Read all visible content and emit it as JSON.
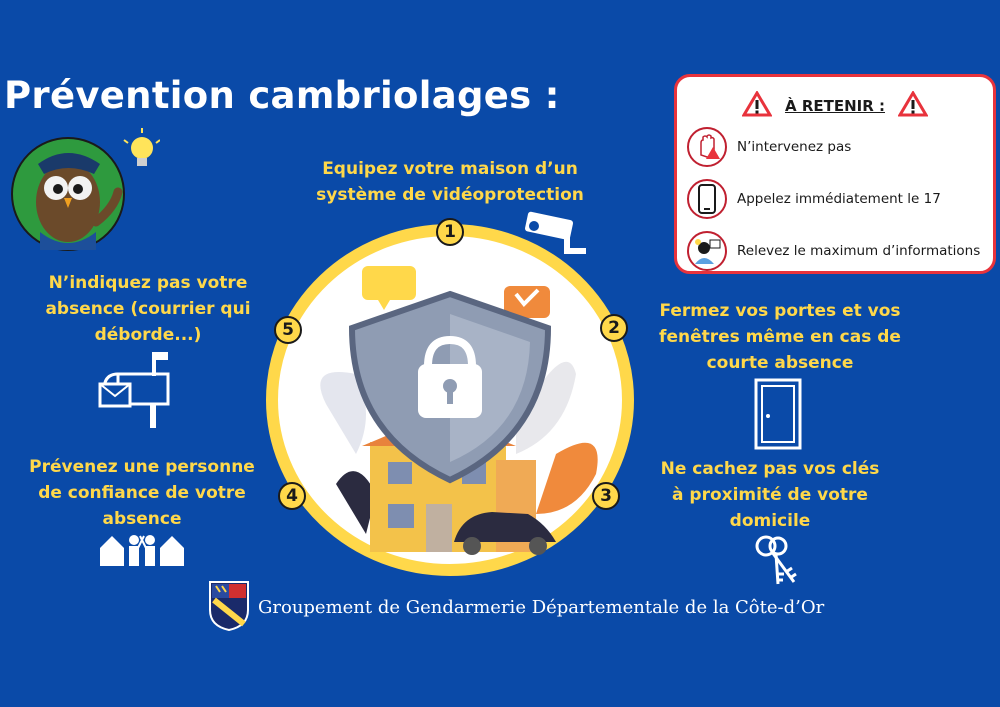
{
  "title": "Prévention cambriolages :",
  "tips": [
    {
      "number": "1",
      "lines": [
        "Equipez votre maison d’un",
        "système de vidéoprotection"
      ]
    },
    {
      "number": "2",
      "lines": [
        "Fermez vos portes et vos",
        "fenêtres même en cas de",
        "courte absence"
      ]
    },
    {
      "number": "3",
      "lines": [
        "Ne cachez pas vos clés",
        "à proximité de votre",
        "domicile"
      ]
    },
    {
      "number": "4",
      "lines": [
        "Prévenez une personne",
        "de confiance de votre",
        "absence"
      ]
    },
    {
      "number": "5",
      "lines": [
        "N’indiquez pas votre",
        "absence (courrier qui",
        "déborde...)"
      ]
    }
  ],
  "retenir": {
    "heading": "À RETENIR :",
    "items": [
      {
        "icon": "stop-hand-icon",
        "text": "N’intervenez pas"
      },
      {
        "icon": "phone-icon",
        "text": "Appelez immédiatement le 17"
      },
      {
        "icon": "witness-icon",
        "text": "Relevez le maximum d’informations"
      }
    ]
  },
  "footer": "Groupement de Gendarmerie Départementale de la Côte-d’Or",
  "colors": {
    "background": "#0a4aa8",
    "accent": "#ffd84a",
    "alert": "#e8333c",
    "shield": "#8f9cb3"
  }
}
